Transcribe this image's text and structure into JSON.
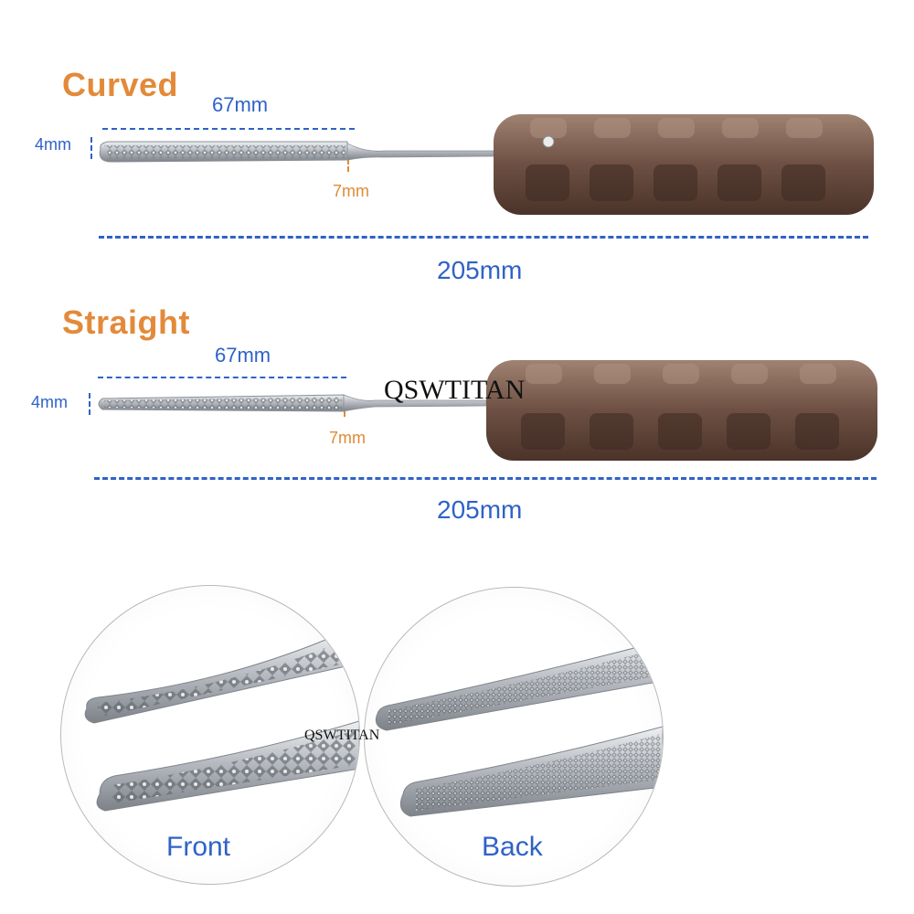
{
  "curved": {
    "title": "Curved",
    "tip_length": "67mm",
    "tip_width": "4mm",
    "neck_width": "7mm",
    "total_length": "205mm"
  },
  "straight": {
    "title": "Straight",
    "tip_length": "67mm",
    "tip_width": "4mm",
    "neck_width": "7mm",
    "total_length": "205mm"
  },
  "watermark": {
    "main": "QSWTITAN",
    "small": "QSWTITAN"
  },
  "details": {
    "front_label": "Front",
    "back_label": "Back"
  },
  "colors": {
    "accent_orange": "#e38a3a",
    "dimension_blue": "#2f62c8",
    "handle_brown": "#7a5a4a",
    "steel": "#c9ccd0"
  }
}
